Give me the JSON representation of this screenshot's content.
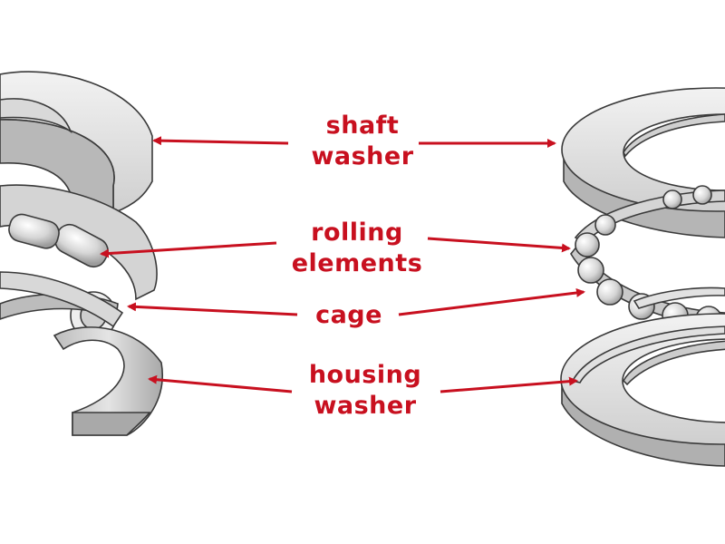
{
  "labels": {
    "shaft": [
      "shaft",
      "washer"
    ],
    "rolling": [
      "rolling",
      "elements"
    ],
    "cage": [
      "cage"
    ],
    "housing": [
      "housing",
      "washer"
    ]
  },
  "colors": {
    "label": "#c8101f",
    "arrow": "#c8101f",
    "metal_light": "#e6e6e6",
    "metal_mid": "#c9c9c9",
    "metal_dark": "#9a9a9a",
    "outline": "#3a3a3a"
  }
}
